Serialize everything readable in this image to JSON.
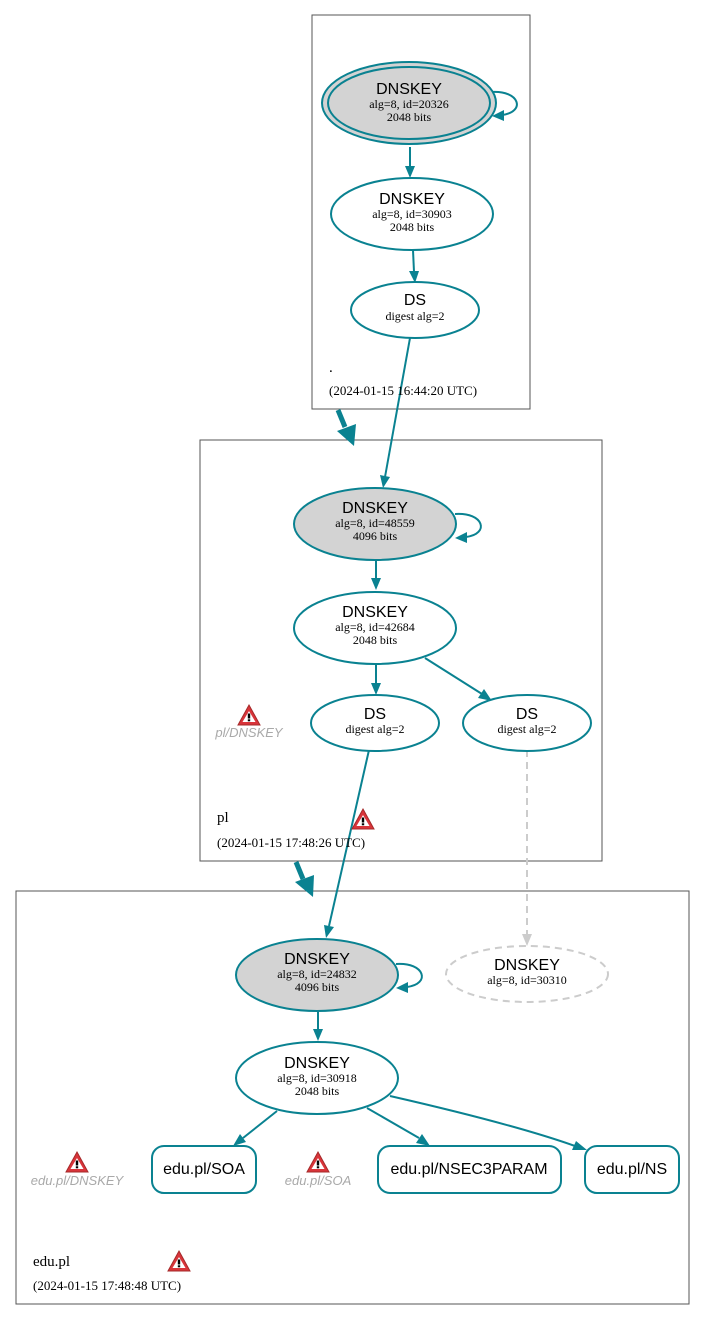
{
  "zones": {
    "root": {
      "name": ".",
      "timestamp": "(2024-01-15 16:44:20 UTC)"
    },
    "pl": {
      "name": "pl",
      "timestamp": "(2024-01-15 17:48:26 UTC)"
    },
    "edu_pl": {
      "name": "edu.pl",
      "timestamp": "(2024-01-15 17:48:48 UTC)"
    }
  },
  "nodes": {
    "root_ksk": {
      "title": "DNSKEY",
      "line1": "alg=8, id=20326",
      "line2": "2048 bits"
    },
    "root_zsk": {
      "title": "DNSKEY",
      "line1": "alg=8, id=30903",
      "line2": "2048 bits"
    },
    "root_ds": {
      "title": "DS",
      "line1": "digest alg=2"
    },
    "pl_ksk": {
      "title": "DNSKEY",
      "line1": "alg=8, id=48559",
      "line2": "4096 bits"
    },
    "pl_zsk": {
      "title": "DNSKEY",
      "line1": "alg=8, id=42684",
      "line2": "2048 bits"
    },
    "pl_ds1": {
      "title": "DS",
      "line1": "digest alg=2"
    },
    "pl_ds2": {
      "title": "DS",
      "line1": "digest alg=2"
    },
    "edu_ksk": {
      "title": "DNSKEY",
      "line1": "alg=8, id=24832",
      "line2": "4096 bits"
    },
    "edu_missing": {
      "title": "DNSKEY",
      "line1": "alg=8, id=30310"
    },
    "edu_zsk": {
      "title": "DNSKEY",
      "line1": "alg=8, id=30918",
      "line2": "2048 bits"
    },
    "edu_soa": {
      "label": "edu.pl/SOA"
    },
    "edu_nsec3param": {
      "label": "edu.pl/NSEC3PARAM"
    },
    "edu_ns": {
      "label": "edu.pl/NS"
    }
  },
  "warnings": {
    "pl_dnskey": "pl/DNSKEY",
    "edu_dnskey": "edu.pl/DNSKEY",
    "edu_soa": "edu.pl/SOA"
  },
  "colors": {
    "edge": "#0a8291",
    "ksk_fill": "#d3d3d3",
    "missing": "#cccccc",
    "warning": "#d9343a"
  },
  "icons": {
    "warning": "warning-triangle-icon"
  }
}
